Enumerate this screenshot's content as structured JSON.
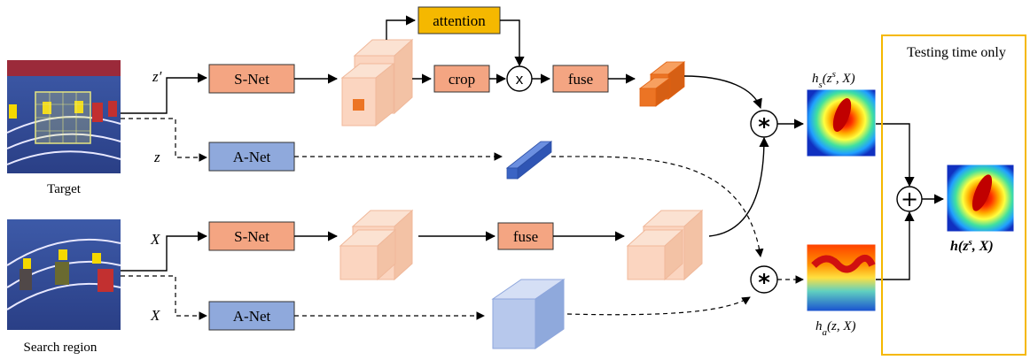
{
  "inputs": {
    "target": {
      "caption": "Target"
    },
    "search": {
      "caption": "Search region"
    }
  },
  "edges": {
    "z_prime": "z′",
    "z": "z",
    "x_top": "X",
    "x_bottom": "X"
  },
  "boxes": {
    "attention": "attention",
    "snet_top": "S-Net",
    "anet_top": "A-Net",
    "crop": "crop",
    "multiply": "x",
    "fuse_top": "fuse",
    "snet_bottom": "S-Net",
    "fuse_bottom": "fuse",
    "anet_bottom": "A-Net"
  },
  "operators": {
    "conv_top": "*",
    "conv_bottom": "*",
    "sum": "+"
  },
  "maps": {
    "hs": {
      "label": "hs(zs, X)"
    },
    "ha": {
      "label": "ha(z, X)"
    },
    "h": {
      "label": "h(zs, X)"
    }
  },
  "testing_panel": {
    "title": "Testing time only"
  },
  "colors": {
    "snet_fill": "#f4a582",
    "anet_fill": "#8fa9dc",
    "attention_fill": "#f5b800",
    "feature_light": "#fbd5c0",
    "feature_orange": "#ec7424",
    "feature_blue": "#3b64c4",
    "feature_lightblue": "#b7c8ec",
    "testing_border": "#f5b800"
  }
}
